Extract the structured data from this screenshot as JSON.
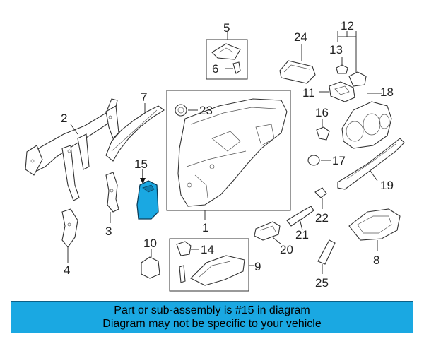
{
  "diagram": {
    "highlight_color": "#1aa8e2",
    "callouts": {
      "c2": "2",
      "c3": "3",
      "c4": "4",
      "c5": "5",
      "c6": "6",
      "c7": "7",
      "c8": "8",
      "c9": "9",
      "c10": "10",
      "c11": "11",
      "c12": "12",
      "c13": "13",
      "c14": "14",
      "c15": "15",
      "c16": "16",
      "c17": "17",
      "c18": "18",
      "c19": "19",
      "c20": "20",
      "c21": "21",
      "c22": "22",
      "c23": "23",
      "c24": "24",
      "c25": "25",
      "c1": "1"
    }
  },
  "banner": {
    "line1": "Part or sub-assembly is #15 in diagram",
    "line2": "Diagram may not be specific to your vehicle",
    "background": "#1aa8e2"
  }
}
